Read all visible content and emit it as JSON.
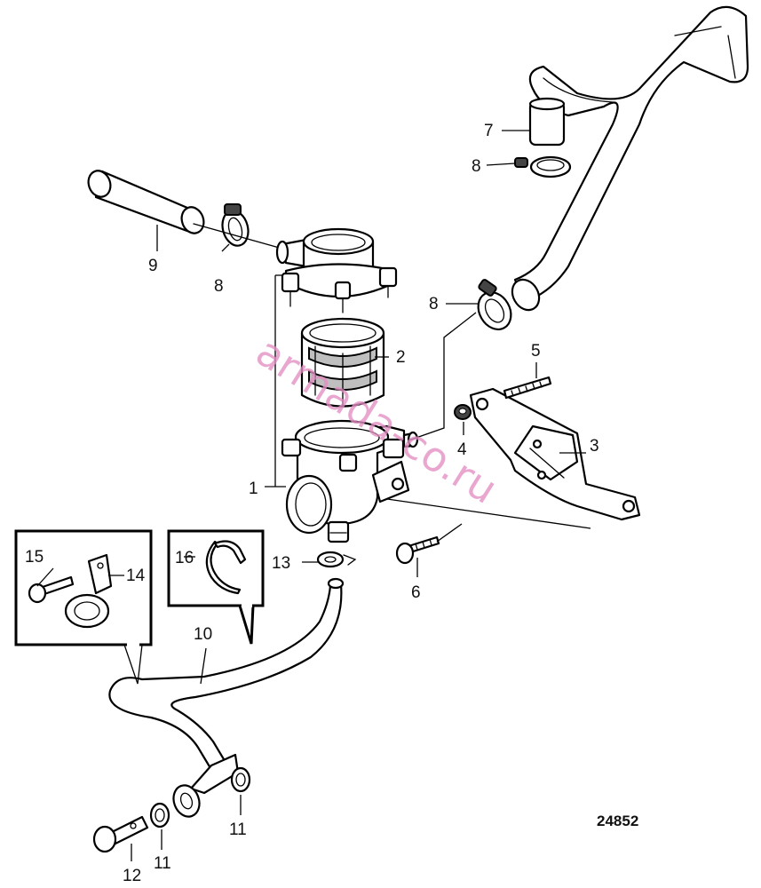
{
  "figure_number": "24852",
  "watermark": "armada-co.ru",
  "callouts": {
    "c1": "1",
    "c2": "2",
    "c3": "3",
    "c4": "4",
    "c5": "5",
    "c6": "6",
    "c7": "7",
    "c8a": "8",
    "c8b": "8",
    "c8c": "8",
    "c9": "9",
    "c10": "10",
    "c11a": "11",
    "c11b": "11",
    "c12": "12",
    "c13": "13",
    "c14": "14",
    "c15": "15",
    "c16": "16"
  }
}
